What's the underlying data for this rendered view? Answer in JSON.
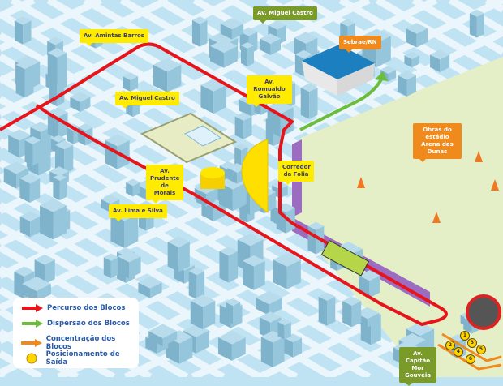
{
  "labels": {
    "amintas_barros": "Av. Amintas Barros",
    "miguel_castro_top": "Av. Miguel Castro",
    "sebrae": "Sebrae/RN",
    "miguel_castro": "Av. Miguel Castro",
    "romualdo_galvao": "Av. Romualdo Galvão",
    "prudente_morais": "Av. Prudente de Morais",
    "lima_silva": "Av. Lima e Silva",
    "corredor_folia": "Corredor da Folia",
    "arena": "Obras do estádio Arena das Dunas",
    "capitao_mor": "Av. Capitão Mor Gouveia"
  },
  "legend": [
    {
      "label": "Percurso dos Blocos",
      "icon": "red-arrow-icon",
      "color": "#e8141c"
    },
    {
      "label": "Dispersão dos Blocos",
      "icon": "green-arrow-icon",
      "color": "#6cbd3c"
    },
    {
      "label": "Concentração dos Blocos",
      "icon": "orange-arrow-icon",
      "color": "#f08a1c"
    },
    {
      "label": "Posicionamento de Saída",
      "icon": "yellow-circle-icon",
      "color": "#ffd400"
    }
  ],
  "positions": [
    "1",
    "2",
    "3",
    "4",
    "5",
    "6"
  ]
}
